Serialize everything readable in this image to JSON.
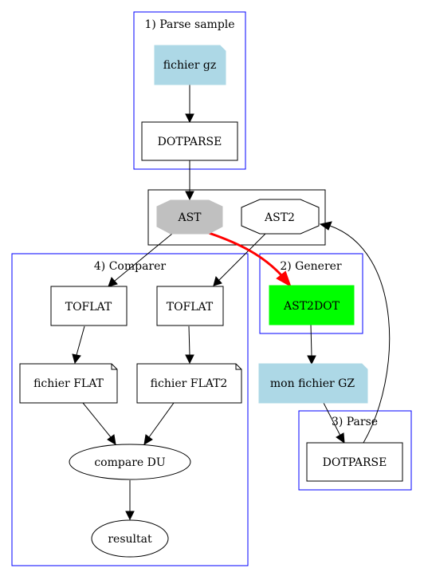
{
  "colors": {
    "cluster_border": "#0000ff",
    "file_fill": "#add8e6",
    "ast_fill": "#c0c0c0",
    "ast2dot_fill": "#00ff00",
    "highlight_edge": "#ff0000"
  },
  "clusters": {
    "parse_sample": "1) Parse sample",
    "generer": "2) Generer",
    "parse": "3) Parse",
    "comparer": "4) Comparer"
  },
  "nodes": {
    "fichier_gz": "fichier gz",
    "dotparse_1": "DOTPARSE",
    "ast": "AST",
    "ast2": "AST2",
    "ast2dot": "AST2DOT",
    "mon_fichier_gz": "mon fichier GZ",
    "dotparse_2": "DOTPARSE",
    "toflat_1": "TOFLAT",
    "toflat_2": "TOFLAT",
    "fichier_flat": "fichier FLAT",
    "fichier_flat2": "fichier FLAT2",
    "compare_du": "compare DU",
    "resultat": "resultat"
  }
}
